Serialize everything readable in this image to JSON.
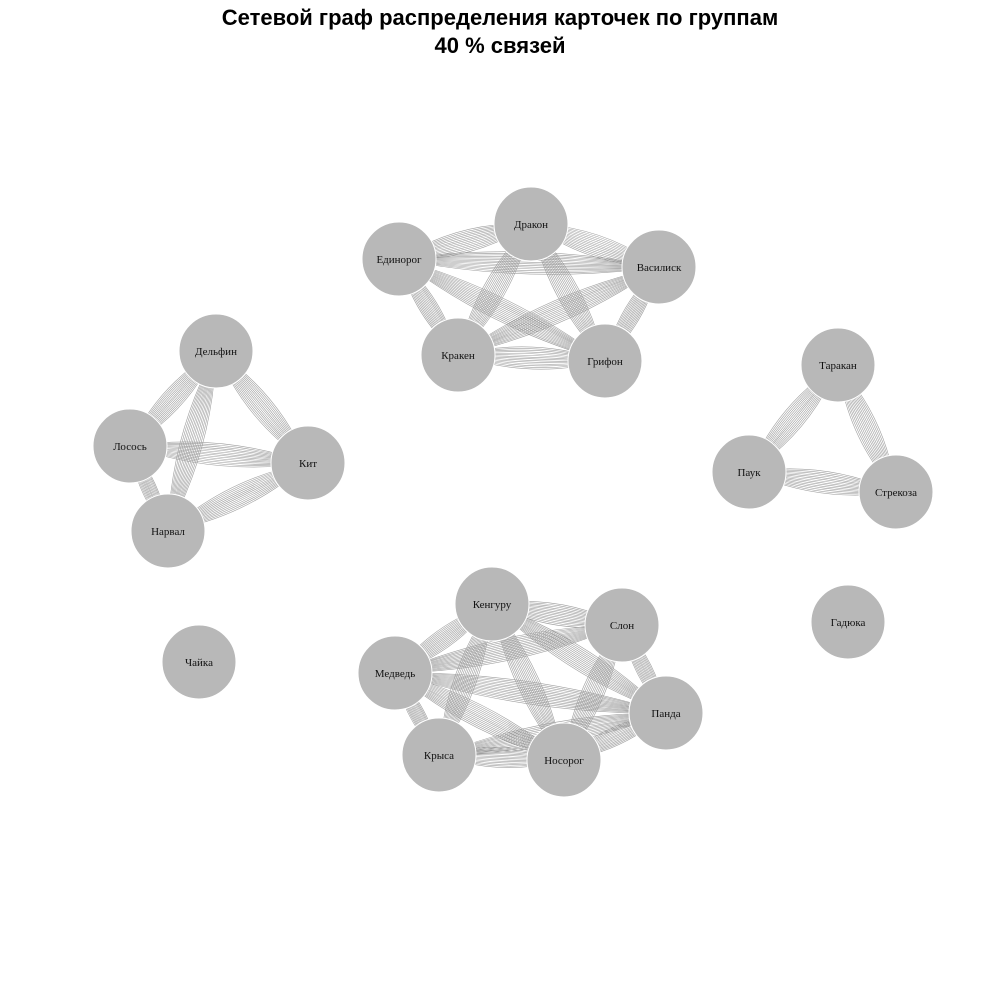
{
  "title": {
    "line1": "Сетевой граф распределения карточек по группам",
    "line2": "40 % связей"
  },
  "style": {
    "node_fill": "#b8b8b8",
    "edge_color": "#9e9e9e",
    "background": "#ffffff"
  },
  "graph": {
    "nodes": [
      {
        "id": "dragon",
        "label": "Дракон"
      },
      {
        "id": "unicorn",
        "label": "Единорог"
      },
      {
        "id": "basilisk",
        "label": "Василиск"
      },
      {
        "id": "kraken",
        "label": "Кракен"
      },
      {
        "id": "griffin",
        "label": "Грифон"
      },
      {
        "id": "dolphin",
        "label": "Дельфин"
      },
      {
        "id": "salmon",
        "label": "Лосось"
      },
      {
        "id": "whale",
        "label": "Кит"
      },
      {
        "id": "narwhal",
        "label": "Нарвал"
      },
      {
        "id": "cockroach",
        "label": "Таракан"
      },
      {
        "id": "spider",
        "label": "Паук"
      },
      {
        "id": "dragonfly",
        "label": "Стрекоза"
      },
      {
        "id": "viper",
        "label": "Гадюка"
      },
      {
        "id": "gull",
        "label": "Чайка"
      },
      {
        "id": "kangaroo",
        "label": "Кенгуру"
      },
      {
        "id": "elephant",
        "label": "Слон"
      },
      {
        "id": "bear",
        "label": "Медведь"
      },
      {
        "id": "panda",
        "label": "Панда"
      },
      {
        "id": "rat",
        "label": "Крыса"
      },
      {
        "id": "rhino",
        "label": "Носорог"
      }
    ],
    "edges": [
      [
        "unicorn",
        "dragon"
      ],
      [
        "unicorn",
        "basilisk"
      ],
      [
        "unicorn",
        "kraken"
      ],
      [
        "unicorn",
        "griffin"
      ],
      [
        "dragon",
        "basilisk"
      ],
      [
        "dragon",
        "kraken"
      ],
      [
        "dragon",
        "griffin"
      ],
      [
        "kraken",
        "griffin"
      ],
      [
        "kraken",
        "basilisk"
      ],
      [
        "griffin",
        "basilisk"
      ],
      [
        "dolphin",
        "salmon"
      ],
      [
        "dolphin",
        "whale"
      ],
      [
        "dolphin",
        "narwhal"
      ],
      [
        "salmon",
        "whale"
      ],
      [
        "salmon",
        "narwhal"
      ],
      [
        "whale",
        "narwhal"
      ],
      [
        "cockroach",
        "spider"
      ],
      [
        "cockroach",
        "dragonfly"
      ],
      [
        "spider",
        "dragonfly"
      ],
      [
        "kangaroo",
        "elephant"
      ],
      [
        "kangaroo",
        "bear"
      ],
      [
        "kangaroo",
        "panda"
      ],
      [
        "kangaroo",
        "rat"
      ],
      [
        "kangaroo",
        "rhino"
      ],
      [
        "elephant",
        "bear"
      ],
      [
        "elephant",
        "panda"
      ],
      [
        "elephant",
        "rhino"
      ],
      [
        "bear",
        "panda"
      ],
      [
        "bear",
        "rat"
      ],
      [
        "bear",
        "rhino"
      ],
      [
        "panda",
        "rhino"
      ],
      [
        "rat",
        "rhino"
      ],
      [
        "rat",
        "panda"
      ]
    ]
  }
}
